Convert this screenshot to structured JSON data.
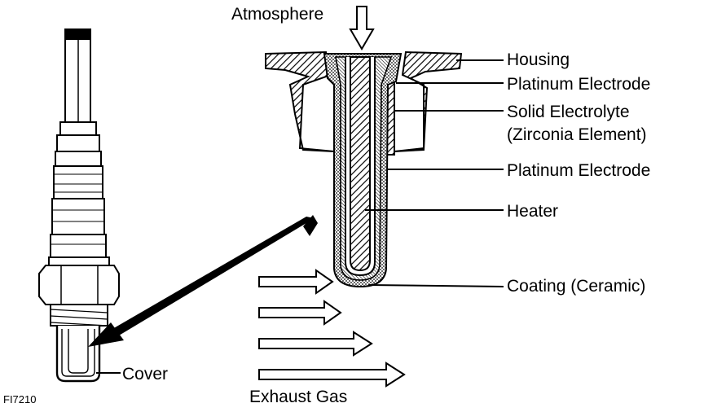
{
  "labels": {
    "atmosphere": "Atmosphere",
    "housing": "Housing",
    "platinum_electrode_top": "Platinum Electrode",
    "solid_electrolyte": "Solid Electrolyte",
    "zirconia_element": "(Zirconia Element)",
    "platinum_electrode_mid": "Platinum Electrode",
    "heater": "Heater",
    "coating": "Coating (Ceramic)",
    "cover": "Cover",
    "exhaust_gas": "Exhaust Gas",
    "figure_id": "FI7210"
  },
  "colors": {
    "ink": "#000000",
    "paper": "#ffffff"
  }
}
